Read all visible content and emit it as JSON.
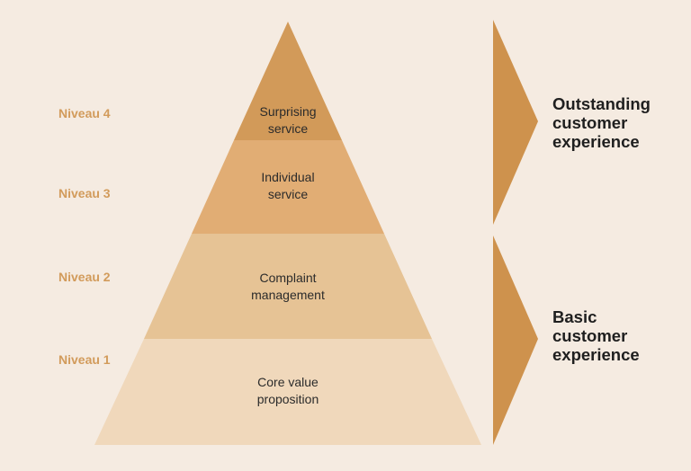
{
  "levels": [
    {
      "label": "Niveau 4",
      "text": "Surprising\nservice",
      "color": "#d29a59"
    },
    {
      "label": "Niveau 3",
      "text": "Individual\nservice",
      "color": "#e1ad74"
    },
    {
      "label": "Niveau 2",
      "text": "Complaint\nmanagement",
      "color": "#e6c395"
    },
    {
      "label": "Niveau 1",
      "text": "Core value\nproposition",
      "color": "#f0d8bb"
    }
  ],
  "groups": [
    {
      "text": "Outstanding\ncustomer\nexperience",
      "color": "#ce924d"
    },
    {
      "text": "Basic\ncustomer\nexperience",
      "color": "#ce924d"
    }
  ],
  "background_color": "#f5ebe1",
  "label_color": "#d29b5b"
}
